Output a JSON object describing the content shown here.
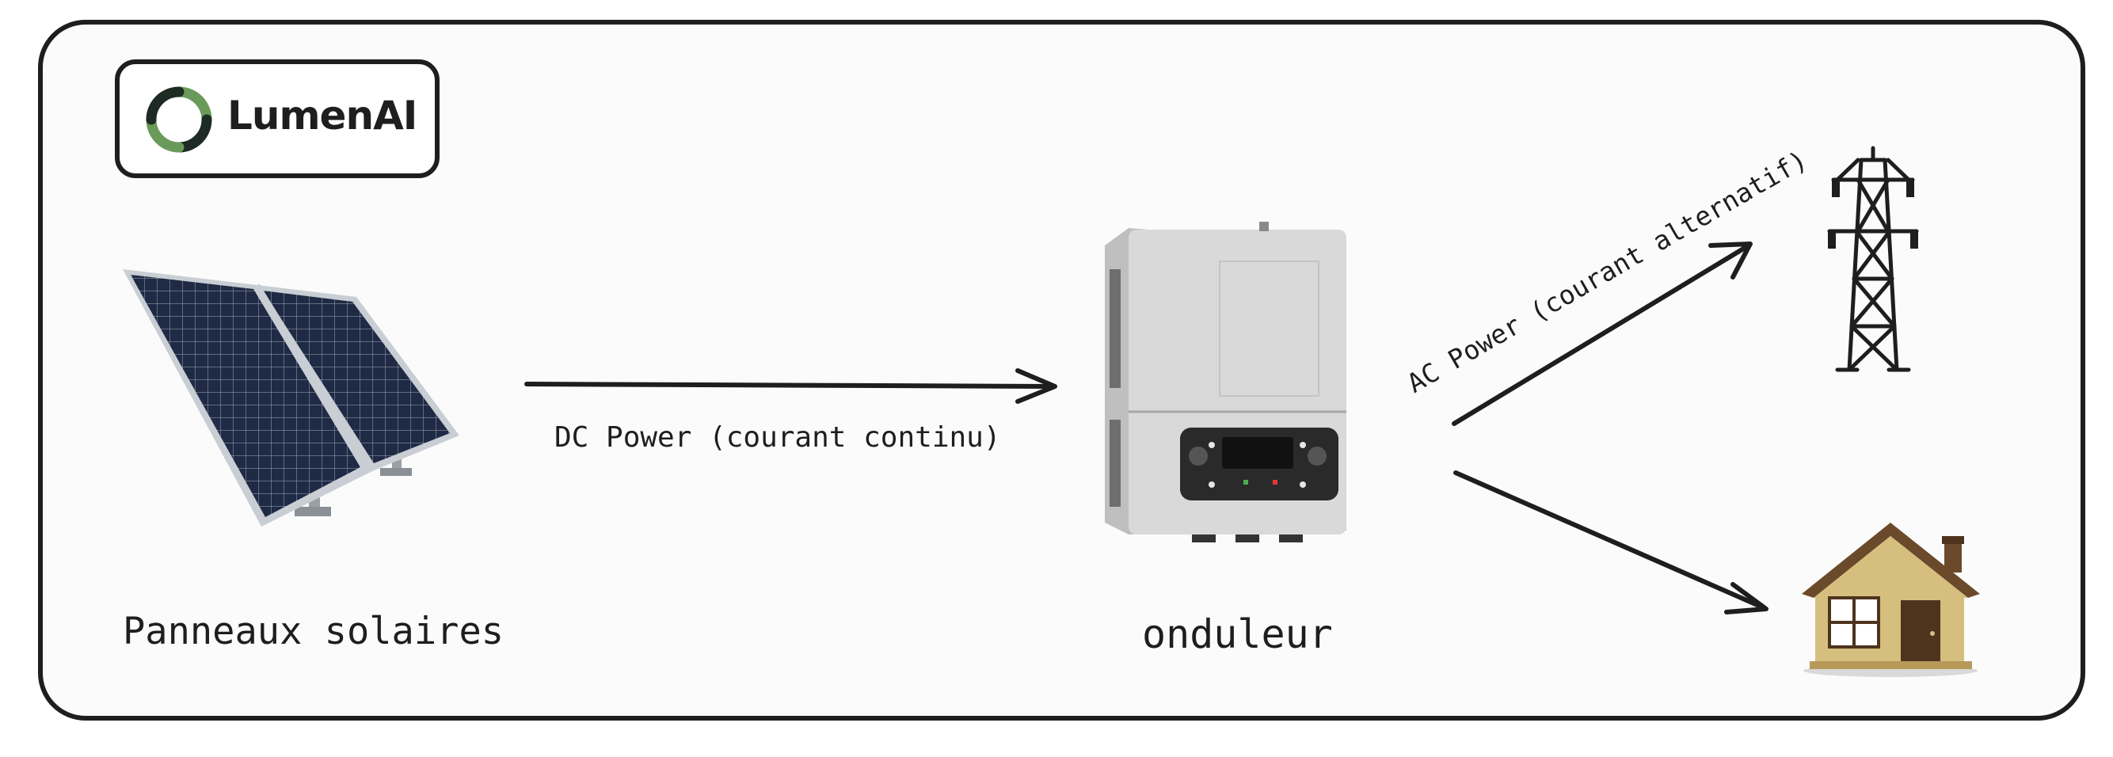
{
  "brand": {
    "name": "LumenAI"
  },
  "nodes": {
    "solar_panels": {
      "label": "Panneaux solaires",
      "icon": "solar-panel-icon"
    },
    "inverter": {
      "label": "onduleur",
      "icon": "inverter-icon"
    },
    "grid": {
      "icon": "power-pylon-icon"
    },
    "house": {
      "icon": "house-icon"
    }
  },
  "edges": {
    "dc": {
      "label": "DC Power (courant continu)"
    },
    "ac": {
      "label": "AC Power (courant alternatif)"
    }
  },
  "colors": {
    "stroke": "#1e1e1e",
    "logo_green": "#6a9a5a",
    "panel_cell": "#1f2a44",
    "inverter_body": "#d9d9d9",
    "house_wall": "#d6bf7e",
    "house_roof": "#6b4a2b"
  }
}
